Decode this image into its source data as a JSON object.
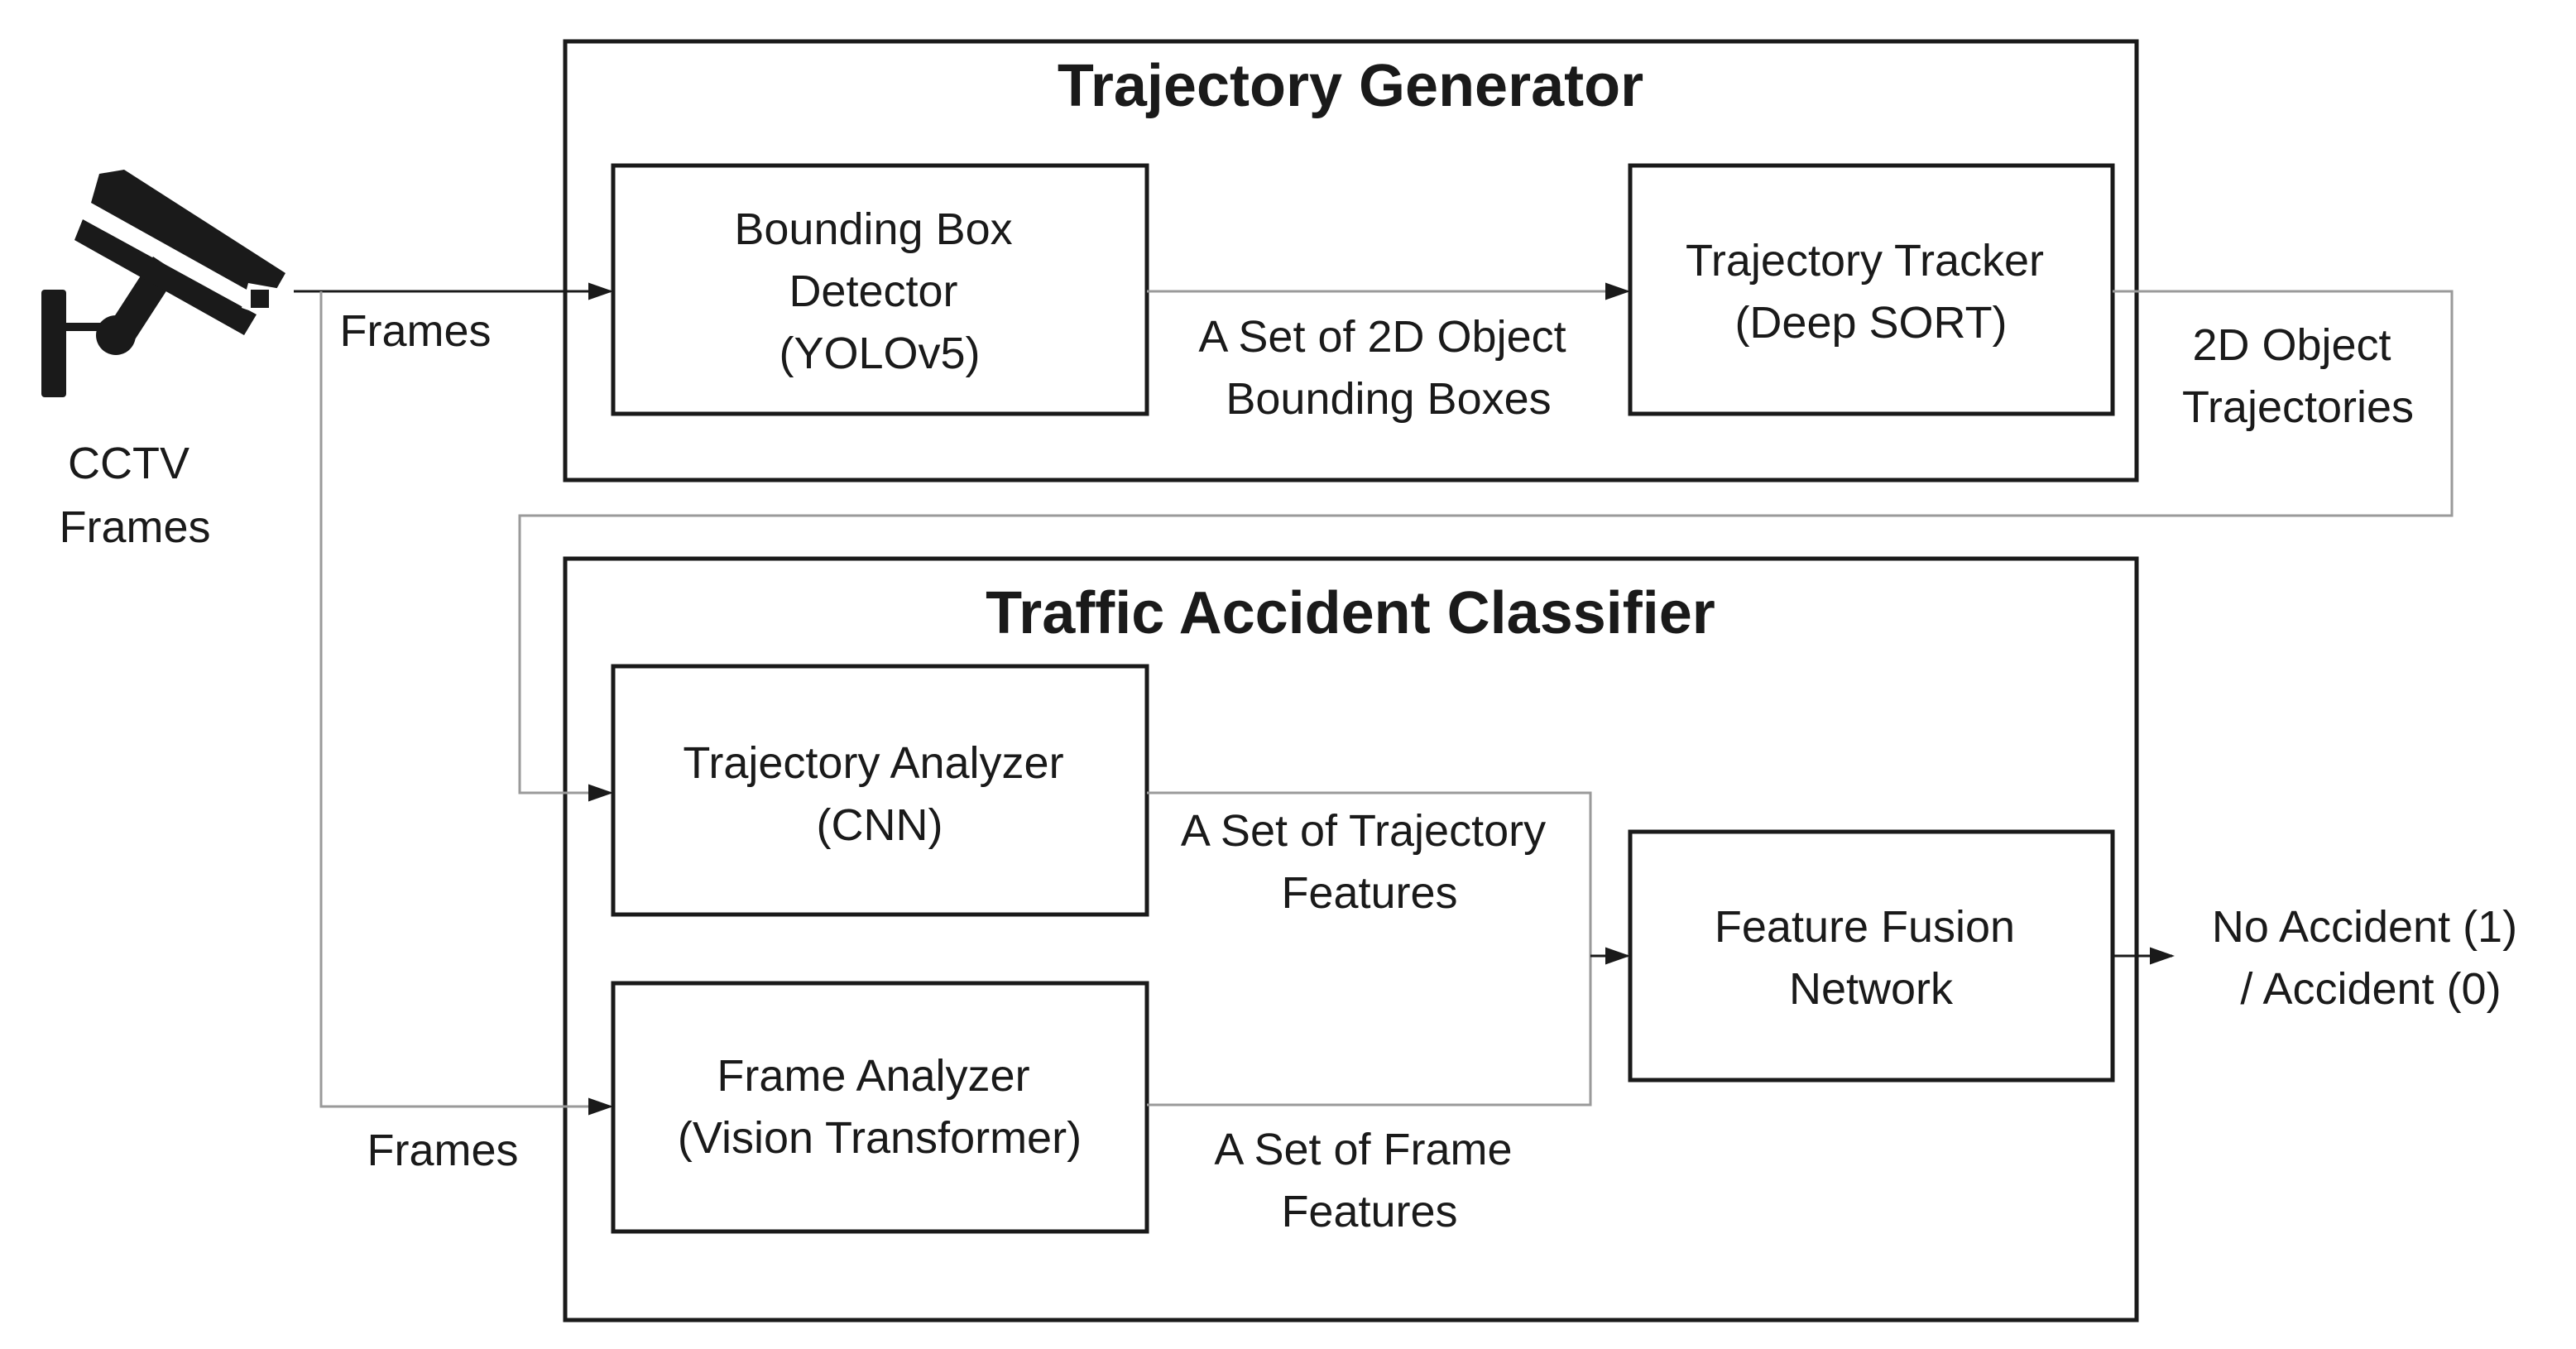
{
  "diagram": {
    "colors": {
      "background": "#ffffff",
      "stroke": "#1a1a1a",
      "connector": "#9a9a9a"
    },
    "source": {
      "icon": "cctv-camera-icon",
      "label_lines": [
        "CCTV",
        "Frames"
      ]
    },
    "groups": [
      {
        "id": "trajectory-generator",
        "title": "Trajectory Generator"
      },
      {
        "id": "traffic-accident-classifier",
        "title": "Traffic Accident Classifier"
      }
    ],
    "nodes": [
      {
        "id": "bbox-detector",
        "lines": [
          "Bounding Box",
          "Detector",
          "(YOLOv5)"
        ]
      },
      {
        "id": "trajectory-tracker",
        "lines": [
          "Trajectory Tracker",
          "(Deep SORT)"
        ]
      },
      {
        "id": "trajectory-analyzer",
        "lines": [
          "Trajectory Analyzer",
          "(CNN)"
        ]
      },
      {
        "id": "frame-analyzer",
        "lines": [
          "Frame Analyzer",
          "(Vision Transformer)"
        ]
      },
      {
        "id": "feature-fusion",
        "lines": [
          "Feature Fusion",
          "Network"
        ]
      }
    ],
    "edges": [
      {
        "id": "frames-top",
        "from": "cctv",
        "to": "bbox-detector",
        "lines": [
          "Frames"
        ]
      },
      {
        "id": "bbox-out",
        "from": "bbox-detector",
        "to": "trajectory-tracker",
        "lines": [
          "A Set of 2D Object",
          "Bounding Boxes"
        ]
      },
      {
        "id": "trajectories-out",
        "from": "trajectory-tracker",
        "to": "trajectory-analyzer",
        "lines": [
          "2D Object",
          "Trajectories"
        ]
      },
      {
        "id": "frames-bottom",
        "from": "cctv",
        "to": "frame-analyzer",
        "lines": [
          "Frames"
        ]
      },
      {
        "id": "traj-features",
        "from": "trajectory-analyzer",
        "to": "feature-fusion",
        "lines": [
          "A Set of Trajectory",
          "Features"
        ]
      },
      {
        "id": "frame-features",
        "from": "frame-analyzer",
        "to": "feature-fusion",
        "lines": [
          "A Set of Frame",
          "Features"
        ]
      }
    ],
    "output": {
      "lines": [
        "No Accident (1)",
        "/ Accident (0)"
      ]
    }
  }
}
